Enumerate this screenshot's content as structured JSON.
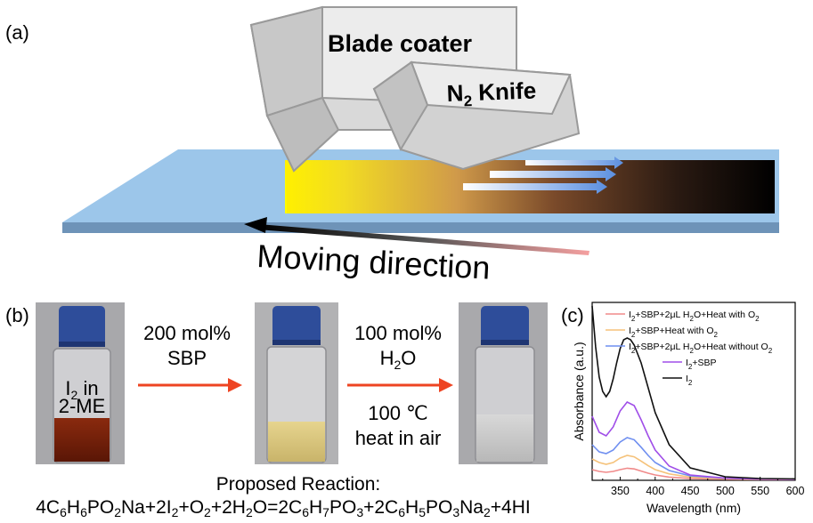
{
  "panel_a": {
    "label": "(a)",
    "blade_coater_label": "Blade coater",
    "knife_label_main": "N",
    "knife_label_sub": "2",
    "knife_label_rest": " Knife",
    "moving_direction": "Moving direction"
  },
  "panel_b": {
    "label": "(b)",
    "vial1_line1_main": "I",
    "vial1_line1_sub": "2",
    "vial1_line1_rest": " in",
    "vial1_line2": "2-ME",
    "step1_line1": "200 mol%",
    "step1_line2": "SBP",
    "step2_line1": "100 mol%",
    "step2_line2_main": "H",
    "step2_line2_sub": "2",
    "step2_line2_rest": "O",
    "step2_line3": "100 ℃",
    "step2_line4": "heat in air",
    "reaction_title": "Proposed Reaction:",
    "reaction_parts": [
      {
        "t": "4C"
      },
      {
        "t": "6",
        "s": 1
      },
      {
        "t": "H"
      },
      {
        "t": "6",
        "s": 1
      },
      {
        "t": "PO"
      },
      {
        "t": "2",
        "s": 1
      },
      {
        "t": "Na+2I"
      },
      {
        "t": "2",
        "s": 1
      },
      {
        "t": "+O"
      },
      {
        "t": "2",
        "s": 1
      },
      {
        "t": "+2H"
      },
      {
        "t": "2",
        "s": 1
      },
      {
        "t": "O=2C"
      },
      {
        "t": "6",
        "s": 1
      },
      {
        "t": "H"
      },
      {
        "t": "7",
        "s": 1
      },
      {
        "t": "PO"
      },
      {
        "t": "3",
        "s": 1
      },
      {
        "t": "+2C"
      },
      {
        "t": "6",
        "s": 1
      },
      {
        "t": "H"
      },
      {
        "t": "5",
        "s": 1
      },
      {
        "t": "PO"
      },
      {
        "t": "3",
        "s": 1
      },
      {
        "t": "Na"
      },
      {
        "t": "2",
        "s": 1
      },
      {
        "t": "+4HI"
      }
    ]
  },
  "panel_c": {
    "label": "(c)",
    "chart_data": {
      "type": "line",
      "xlabel": "Wavelength (nm)",
      "ylabel": "Absorbance (a.u.)",
      "xlim": [
        310,
        600
      ],
      "ylim": [
        0,
        1
      ],
      "xticks": [
        350,
        400,
        450,
        500,
        550,
        600
      ],
      "yticks_shown": false,
      "legend_position": "top",
      "series": [
        {
          "name_parts": [
            {
              "t": "I"
            },
            {
              "t": "2",
              "s": 1
            },
            {
              "t": "+SBP+2μL H"
            },
            {
              "t": "2",
              "s": 1
            },
            {
              "t": "O+Heat with O"
            },
            {
              "t": "2",
              "s": 1
            }
          ],
          "color": "#f08a8a",
          "x": [
            310,
            320,
            330,
            340,
            350,
            360,
            370,
            380,
            390,
            400,
            420,
            450,
            500,
            550,
            600
          ],
          "y": [
            0.06,
            0.05,
            0.045,
            0.05,
            0.06,
            0.068,
            0.064,
            0.052,
            0.04,
            0.03,
            0.018,
            0.01,
            0.006,
            0.004,
            0.004
          ]
        },
        {
          "name_parts": [
            {
              "t": "I"
            },
            {
              "t": "2",
              "s": 1
            },
            {
              "t": "+SBP+Heat with O"
            },
            {
              "t": "2",
              "s": 1
            }
          ],
          "color": "#f5c27a",
          "x": [
            310,
            320,
            330,
            340,
            350,
            360,
            370,
            380,
            390,
            400,
            420,
            450,
            500,
            550,
            600
          ],
          "y": [
            0.12,
            0.1,
            0.09,
            0.1,
            0.125,
            0.14,
            0.132,
            0.108,
            0.082,
            0.06,
            0.036,
            0.018,
            0.009,
            0.006,
            0.005
          ]
        },
        {
          "name_parts": [
            {
              "t": "I"
            },
            {
              "t": "2",
              "s": 1
            },
            {
              "t": "+SBP+2μL H"
            },
            {
              "t": "2",
              "s": 1
            },
            {
              "t": "O+Heat without O"
            },
            {
              "t": "2",
              "s": 1
            }
          ],
          "color": "#6f8ff0",
          "x": [
            310,
            320,
            330,
            340,
            350,
            360,
            370,
            380,
            390,
            400,
            420,
            450,
            500,
            550,
            600
          ],
          "y": [
            0.2,
            0.16,
            0.15,
            0.17,
            0.215,
            0.24,
            0.228,
            0.186,
            0.14,
            0.1,
            0.055,
            0.025,
            0.012,
            0.007,
            0.006
          ]
        },
        {
          "name_parts": [
            {
              "t": "I"
            },
            {
              "t": "2",
              "s": 1
            },
            {
              "t": "+SBP"
            }
          ],
          "color": "#a04ee8",
          "x": [
            310,
            320,
            330,
            340,
            350,
            360,
            370,
            380,
            390,
            400,
            420,
            450,
            500,
            550,
            600
          ],
          "y": [
            0.36,
            0.27,
            0.25,
            0.3,
            0.39,
            0.44,
            0.42,
            0.34,
            0.25,
            0.17,
            0.08,
            0.03,
            0.012,
            0.007,
            0.006
          ]
        },
        {
          "name_parts": [
            {
              "t": "I"
            },
            {
              "t": "2",
              "s": 1
            }
          ],
          "color": "#111111",
          "x": [
            310,
            315,
            320,
            325,
            330,
            335,
            340,
            345,
            350,
            355,
            360,
            365,
            370,
            380,
            390,
            400,
            420,
            450,
            500,
            550,
            600
          ],
          "y": [
            0.98,
            0.75,
            0.58,
            0.5,
            0.47,
            0.5,
            0.57,
            0.66,
            0.74,
            0.79,
            0.8,
            0.79,
            0.76,
            0.66,
            0.52,
            0.38,
            0.2,
            0.07,
            0.02,
            0.01,
            0.008
          ]
        }
      ]
    }
  },
  "colors": {
    "arrow_red": "#ee4422",
    "vial_cap": "#2e4d9a",
    "substrate_top": "#9cc6ea",
    "substrate_side": "#6e93b8"
  }
}
